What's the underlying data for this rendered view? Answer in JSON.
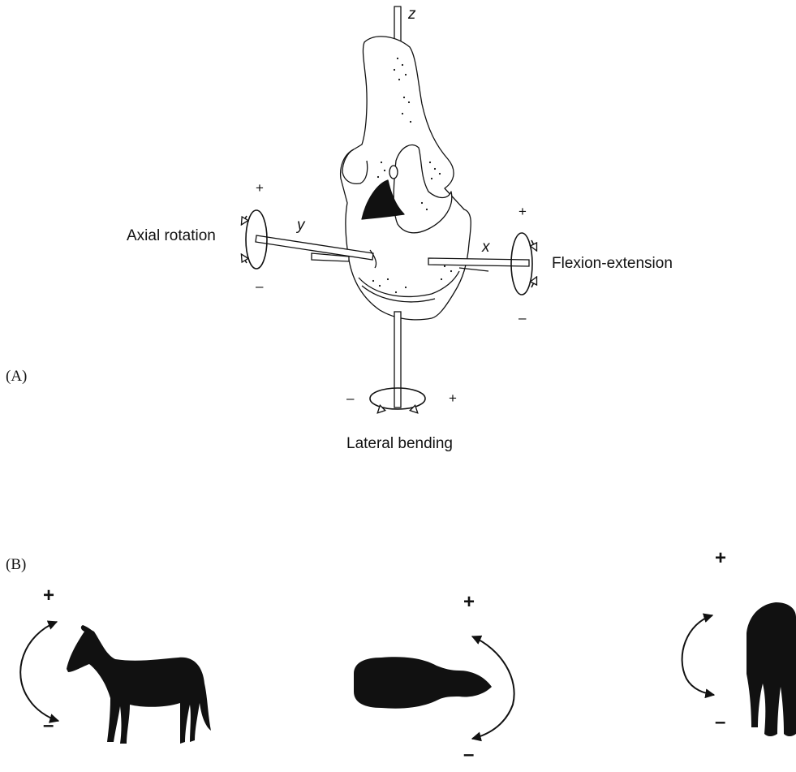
{
  "panel_a": {
    "label": "(A)",
    "axes": {
      "z": "z",
      "y": "y",
      "x": "x"
    },
    "motions": {
      "axial_rotation": {
        "label": "Axial rotation",
        "plus": "+",
        "minus": "–"
      },
      "flexion_extension": {
        "label": "Flexion-extension",
        "plus": "+",
        "minus": "–"
      },
      "lateral_bending": {
        "label": "Lateral bending",
        "plus": "+",
        "minus": "–"
      }
    }
  },
  "panel_b": {
    "label": "(B)",
    "side_view": {
      "plus": "+",
      "minus": "–"
    },
    "top_view": {
      "plus": "+",
      "minus": "–"
    },
    "rear_view": {
      "plus": "+",
      "minus": "–"
    }
  },
  "colors": {
    "ink": "#111111",
    "background": "#ffffff"
  }
}
